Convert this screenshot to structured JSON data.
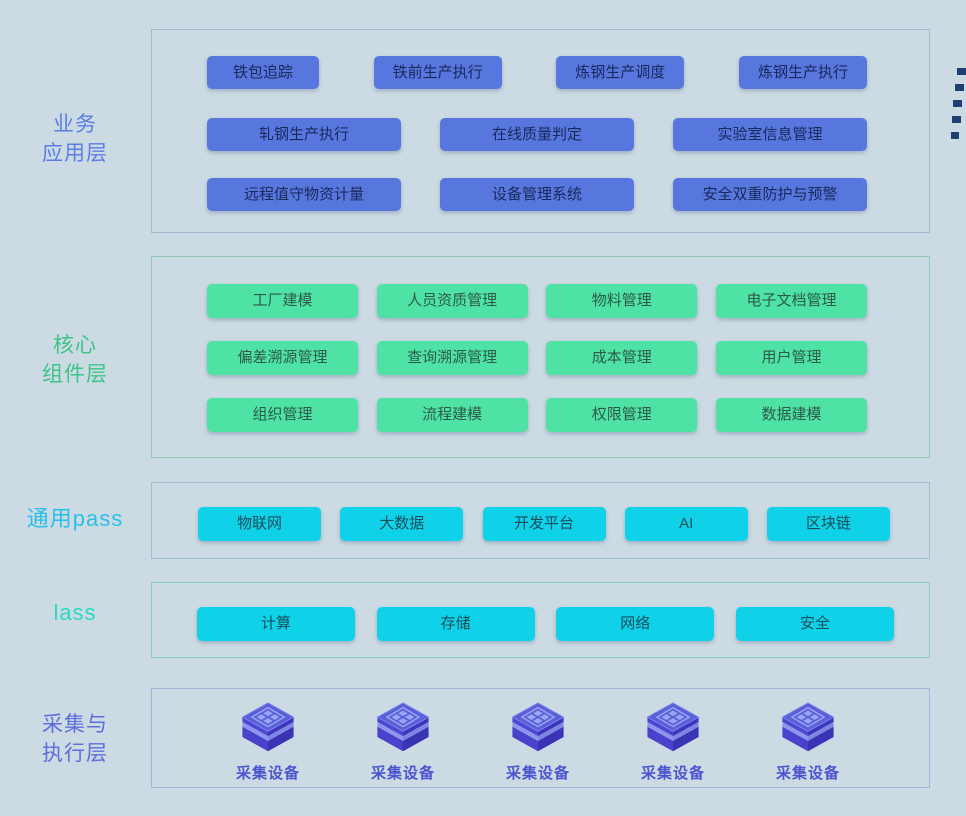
{
  "page": {
    "background_color": "#ccdbe3"
  },
  "layers": [
    {
      "name": "业务应用层",
      "label_lines": [
        "业务",
        "应用层"
      ],
      "colors": {
        "label": "#5c7de5",
        "border": "#a6bacf",
        "button_bg": "#5877de",
        "button_text": "#18295c"
      },
      "rows": [
        [
          "铁包追踪",
          "铁前生产执行",
          "炼钢生产调度",
          "炼钢生产执行"
        ],
        [
          "轧钢生产执行",
          "在线质量判定",
          "实验室信息管理"
        ],
        [
          "远程值守物资计量",
          "设备管理系统",
          "安全双重防护与预警"
        ]
      ]
    },
    {
      "name": "核心组件层",
      "label_lines": [
        "核心",
        "组件层"
      ],
      "colors": {
        "label": "#3dc487",
        "border": "#92cbb3",
        "button_bg": "#4ee3a4",
        "button_text": "#2d5a4b"
      },
      "rows": [
        [
          "工厂建模",
          "人员资质管理",
          "物料管理",
          "电子文档管理"
        ],
        [
          "偏差溯源管理",
          "查询溯源管理",
          "成本管理",
          "用户管理"
        ],
        [
          "组织管理",
          "流程建模",
          "权限管理",
          "数据建模"
        ]
      ]
    },
    {
      "name": "通用pass",
      "label_lines": [
        "通用pass"
      ],
      "colors": {
        "label": "#29c0e8",
        "border": "#9cc2d2",
        "button_bg": "#0fd1e8",
        "button_text": "#174f5c"
      },
      "rows": [
        [
          "物联网",
          "大数据",
          "开发平台",
          "AI",
          "区块链"
        ]
      ]
    },
    {
      "name": "lass",
      "label_lines": [
        "lass"
      ],
      "colors": {
        "label": "#2bd8c5",
        "border": "#89cfc6",
        "button_bg": "#0fd1e8",
        "button_text": "#174f5c"
      },
      "rows": [
        [
          "计算",
          "存储",
          "网络",
          "安全"
        ]
      ]
    },
    {
      "name": "采集与执行层",
      "label_lines": [
        "采集与",
        "执行层"
      ],
      "colors": {
        "label": "#5d6fdd",
        "border": "#a4b2dd",
        "device_label": "#4b55cf"
      },
      "devices": [
        "采集设备",
        "采集设备",
        "采集设备",
        "采集设备",
        "采集设备"
      ]
    }
  ],
  "decoration": {
    "stair_marks_count": 5,
    "color": "#1e3f72"
  }
}
